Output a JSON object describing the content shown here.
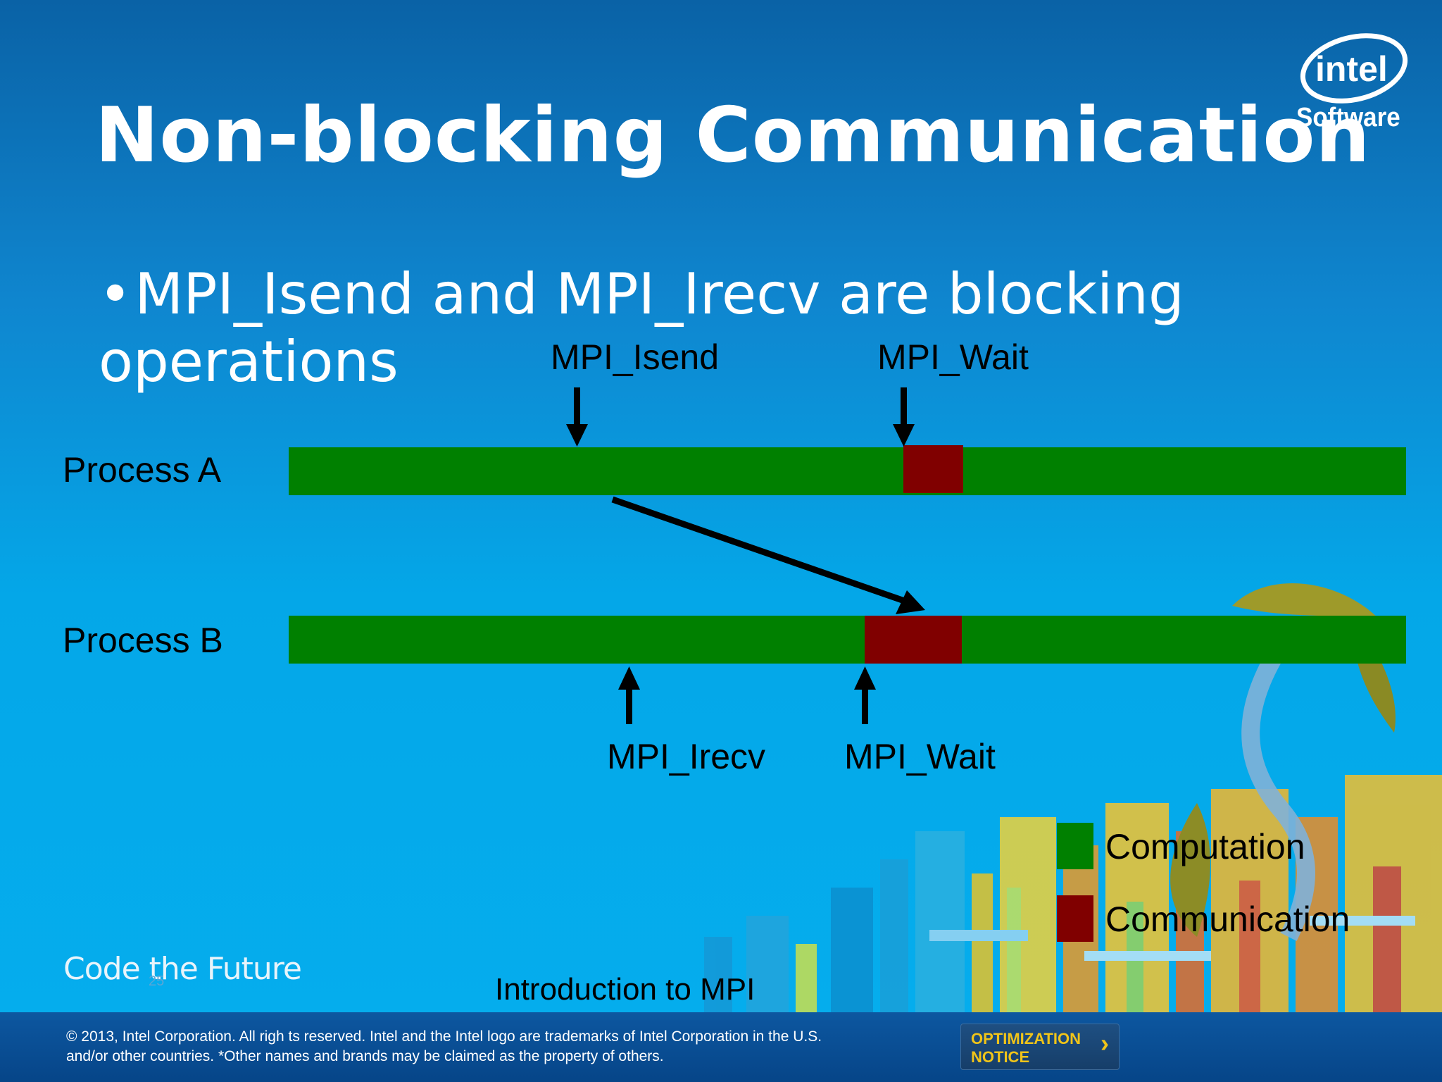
{
  "title": "Non-blocking Communication",
  "logo": {
    "brand": "intel",
    "sub": "Software"
  },
  "bullet": "MPI_Isend and MPI_Irecv are blocking operations",
  "diagram": {
    "process_a": "Process A",
    "process_b": "Process B",
    "a_call_1": "MPI_Isend",
    "a_call_2": "MPI_Wait",
    "b_call_1": "MPI_Irecv",
    "b_call_2": "MPI_Wait",
    "colors": {
      "computation": "#008000",
      "communication": "#800000",
      "arrow": "#000000"
    }
  },
  "legend": [
    {
      "label": "Computation",
      "color": "#008000"
    },
    {
      "label": "Communication",
      "color": "#800000"
    }
  ],
  "footer": {
    "tagline": "Code the Future",
    "slide_number": "25",
    "deck_name": "Introduction to MPI",
    "copyright_line1": "© 2013, Intel Corporation. All righ ts reserved. Intel and the Intel logo are trademarks of Intel Corporation in the U.S.",
    "copyright_line2": "and/or other countries. *Other names and brands may be claimed as the property of others.",
    "optimization_line1": "OPTIMIZATION",
    "optimization_line2": "NOTICE"
  }
}
